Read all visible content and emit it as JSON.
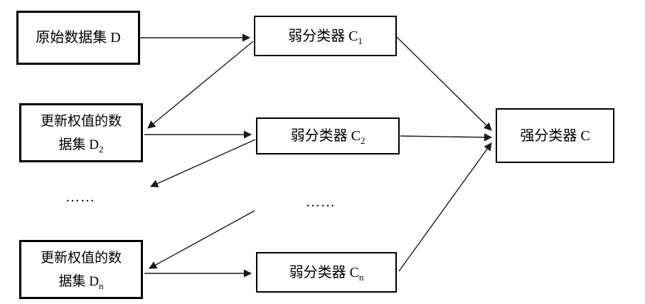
{
  "diagram": {
    "type": "flowchart",
    "topic": "boosting / AdaBoost training process",
    "colors": {
      "background": "#ffffff",
      "line": "#1a1a1a",
      "text": "#000000",
      "box_border": "#000000"
    },
    "nodes": {
      "original_dataset": {
        "label": "原始数据集 D"
      },
      "weak_classifier_1": {
        "label": "弱分类器 C",
        "sub": "1"
      },
      "updated_dataset_2": {
        "line1": "更新权值的数",
        "line2": "据集 D",
        "sub": "2"
      },
      "weak_classifier_2": {
        "label": "弱分类器 C",
        "sub": "2"
      },
      "updated_dataset_n": {
        "line1": "更新权值的数",
        "line2": "据集 D",
        "sub": "n"
      },
      "weak_classifier_n": {
        "label": "弱分类器 C",
        "sub": "n"
      },
      "strong_classifier": {
        "label": "强分类器 C"
      }
    },
    "ellipses": {
      "left": "……",
      "middle": "……"
    },
    "edges": [
      {
        "from": "original_dataset",
        "to": "weak_classifier_1"
      },
      {
        "from": "weak_classifier_1",
        "to": "updated_dataset_2"
      },
      {
        "from": "updated_dataset_2",
        "to": "weak_classifier_2"
      },
      {
        "from": "weak_classifier_2",
        "to": "continuation_ellipsis"
      },
      {
        "from": "continuation_ellipsis",
        "to": "updated_dataset_n"
      },
      {
        "from": "updated_dataset_n",
        "to": "weak_classifier_n"
      },
      {
        "from": "weak_classifier_1",
        "to": "strong_classifier"
      },
      {
        "from": "weak_classifier_2",
        "to": "strong_classifier"
      },
      {
        "from": "weak_classifier_n",
        "to": "strong_classifier"
      }
    ]
  }
}
